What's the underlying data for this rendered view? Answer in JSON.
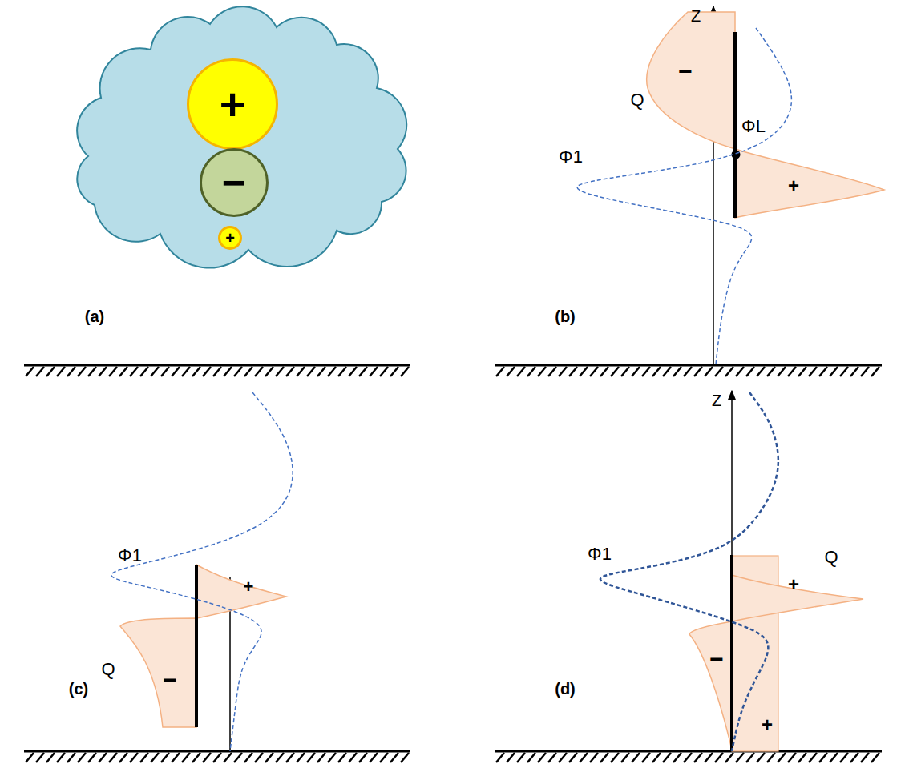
{
  "diagram": {
    "nodes": [
      {
        "text": [
          "+"
        ]
      },
      {
        "text": [
          "−"
        ]
      },
      {
        "text": [
          "+"
        ]
      }
    ],
    "labels": [
      "(a)",
      "Z",
      "Q",
      "−",
      "ΦL",
      "Φ1",
      "+",
      "(b)",
      "Φ1",
      "+",
      "Q",
      "−",
      "(c)",
      "Z",
      "Φ1",
      "Q",
      "+",
      "−",
      "+",
      "(d)"
    ]
  }
}
